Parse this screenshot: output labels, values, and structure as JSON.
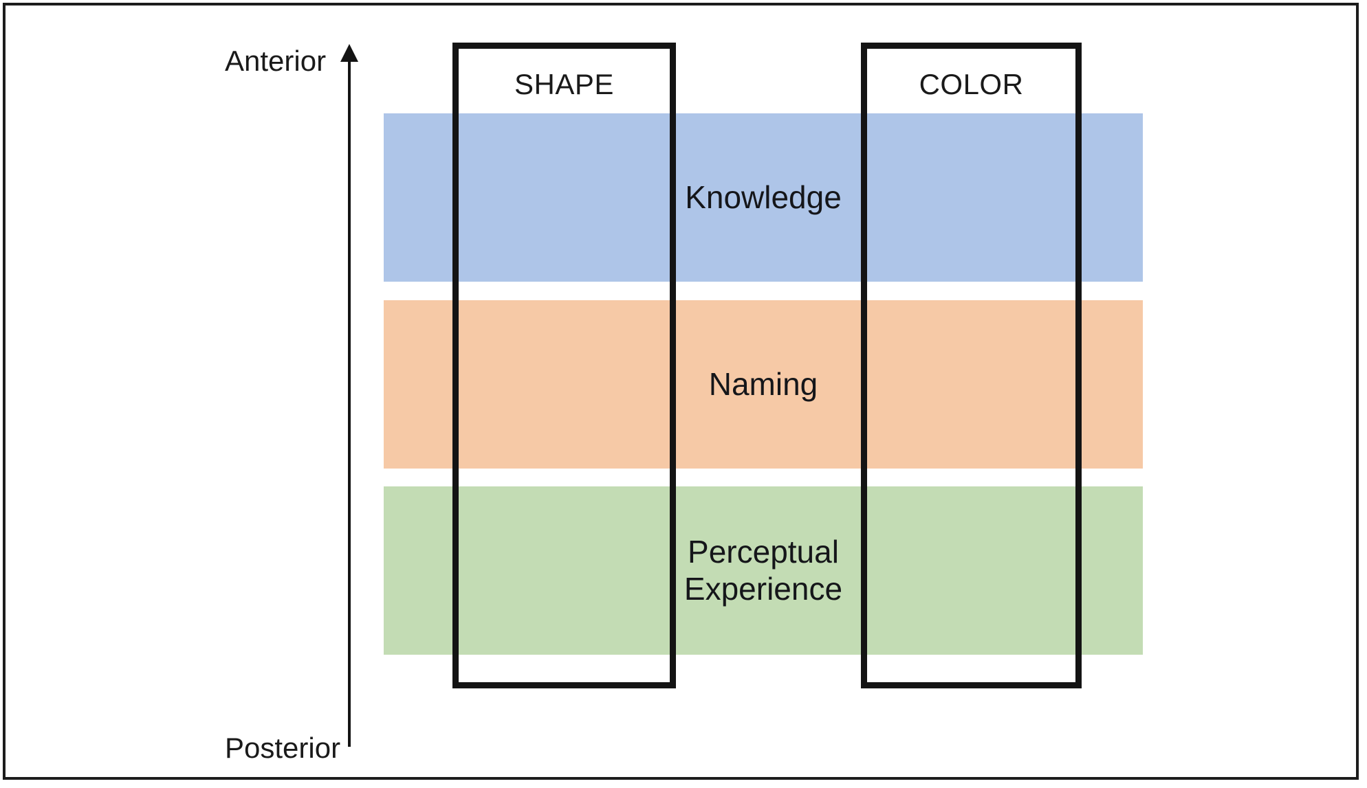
{
  "figure": {
    "axis": {
      "top_label": "Anterior",
      "bottom_label": "Posterior",
      "arrow_direction": "up"
    },
    "columns": [
      {
        "label": "SHAPE"
      },
      {
        "label": "COLOR"
      }
    ],
    "bands": [
      {
        "label": "Knowledge",
        "color": "#aec5e8"
      },
      {
        "label": "Naming",
        "color": "#f6c9a6"
      },
      {
        "label": "Perceptual Experience",
        "color": "#c3dcb4"
      }
    ],
    "colors": {
      "outline": "#141414",
      "background": "#ffffff"
    }
  }
}
